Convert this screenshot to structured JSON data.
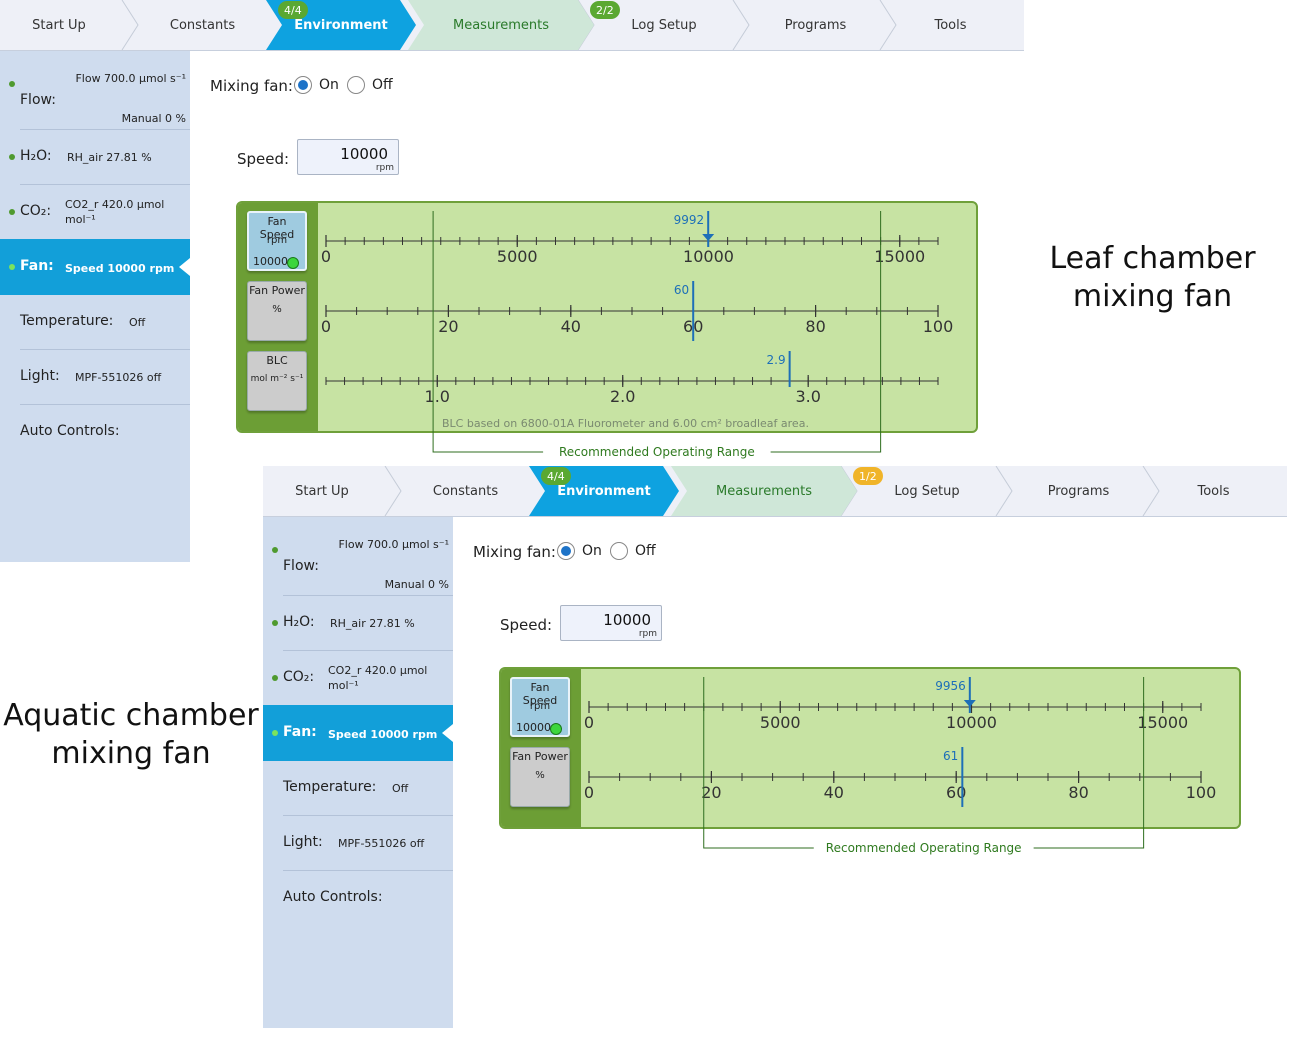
{
  "tabs": [
    "Start Up",
    "Constants",
    "Environment",
    "Measurements",
    "Log Setup",
    "Programs",
    "Tools"
  ],
  "colors": {
    "active_tab": "#0ea2e0",
    "measure_tab": "#cfe7d8",
    "badge_green": "#5aa832",
    "badge_orange": "#f0b429",
    "sidebar": "#cfdcee",
    "sidebar_active": "#129fd9",
    "gauge_bg": "#c7e3a3",
    "gauge_left": "#6c9e35",
    "marker": "#1d6fb8"
  },
  "sidebar": {
    "flow_label": "Flow:",
    "flow_value": "Flow 700.0 µmol s⁻¹",
    "flow_manual": "Manual 0 %",
    "h2o_label": "H₂O:",
    "h2o_value": "RH_air 27.81 %",
    "co2_label": "CO₂:",
    "co2_value_1": "CO2_r 420.0 µmol",
    "co2_value_2": "mol⁻¹",
    "fan_label": "Fan:",
    "fan_value": "Speed 10000 rpm",
    "temp_label": "Temperature:",
    "temp_value": "Off",
    "light_label": "Light:",
    "light_value": "MPF-551026 off",
    "auto_label": "Auto Controls:"
  },
  "content": {
    "mixing_label": "Mixing fan:",
    "on_label": "On",
    "off_label": "Off",
    "speed_label": "Speed:",
    "speed_value": "10000",
    "speed_unit": "rpm"
  },
  "buttons": {
    "fan_speed": "Fan Speed",
    "fan_speed_unit": "rpm",
    "fan_speed_value": "10000",
    "fan_power": "Fan Power",
    "fan_power_unit": "%",
    "blc": "BLC",
    "blc_unit": "mol m⁻² s⁻¹"
  },
  "gauge_text": {
    "recommended": "Recommended Operating Range",
    "blc_note": "BLC based on 6800-01A Fluorometer and 6.00 cm²  broadleaf area."
  },
  "panel1": {
    "env_badge": "4/4",
    "log_badge": "2/2",
    "speed_marker": 9992,
    "speed_marker_label": "9992",
    "power_marker": 60,
    "power_marker_label": "60",
    "blc_marker": 2.9,
    "blc_marker_label": "2.9",
    "range_speed": [
      2800,
      14500
    ]
  },
  "panel2": {
    "env_badge": "4/4",
    "log_badge": "1/2",
    "speed_marker": 9956,
    "speed_marker_label": "9956",
    "power_marker": 61,
    "power_marker_label": "61",
    "range_speed": [
      3000,
      14500
    ]
  },
  "scales": {
    "speed": {
      "min": 0,
      "max": 16000,
      "labels": [
        "0",
        "5000",
        "10000",
        "15000"
      ],
      "label_values": [
        0,
        5000,
        10000,
        15000
      ]
    },
    "power": {
      "min": 0,
      "max": 100,
      "labels": [
        "0",
        "20",
        "40",
        "60",
        "80",
        "100"
      ],
      "label_values": [
        0,
        20,
        40,
        60,
        80,
        100
      ]
    },
    "blc": {
      "min": 0.4,
      "max": 3.7,
      "labels": [
        "1.0",
        "2.0",
        "3.0"
      ],
      "label_values": [
        1,
        2,
        3
      ]
    }
  },
  "captions": {
    "leaf_1": "Leaf chamber",
    "leaf_2": "mixing fan",
    "aquatic_1": "Aquatic chamber",
    "aquatic_2": "mixing fan"
  }
}
